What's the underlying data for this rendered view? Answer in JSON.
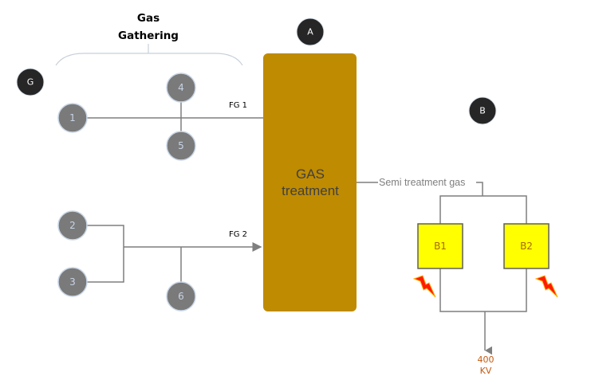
{
  "title": {
    "line1": "Gas",
    "line2": "Gathering"
  },
  "markers": {
    "g": "G",
    "a": "A",
    "b": "B"
  },
  "nodes": [
    "1",
    "2",
    "3",
    "4",
    "5",
    "6"
  ],
  "flow_labels": {
    "fg1": "FG 1",
    "fg2": "FG 2"
  },
  "treatment_block": {
    "line1": "GAS",
    "line2": "treatment",
    "color": "#bf8b00"
  },
  "semi_label": "Semi treatment gas",
  "units": {
    "b1": "B1",
    "b2": "B2",
    "color": "#ffff00"
  },
  "output": {
    "line1": "400",
    "line2": "KV"
  }
}
